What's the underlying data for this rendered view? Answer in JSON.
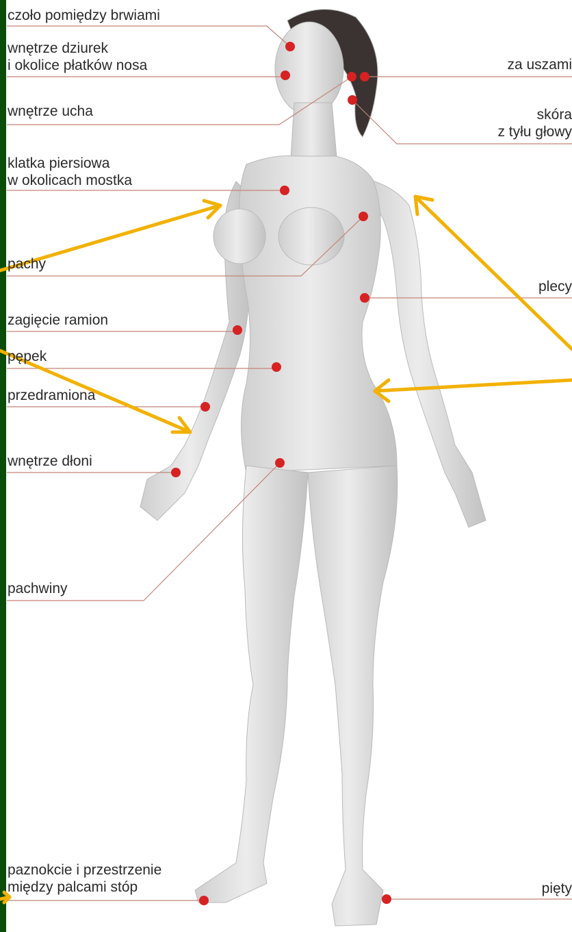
{
  "colors": {
    "edge_green": "#0a4d0a",
    "leader_line": "#c48478",
    "marker_red": "#d62222",
    "arrow_gold": "#f2b100",
    "body_fill": "#e4e4e4",
    "body_shade": "#c7c7c7",
    "hair": "#3a3331"
  },
  "labels": {
    "forehead": "czoło pomiędzy brwiami",
    "nostrils": "wnętrze dziurek\ni okolice płatków nosa",
    "inner_ear": "wnętrze ucha",
    "chest": "klatka piersiowa\nw okolicach mostka",
    "armpits": "pachy",
    "elbow_bends": "zagięcie ramion",
    "navel": "pępek",
    "forearms": "przedramiona",
    "palms": "wnętrze dłoni",
    "groin": "pachwiny",
    "toenails": "paznokcie i przestrzenie\nmiędzy palcami stóp",
    "behind_ears": "za uszami",
    "scalp_back": "skóra\nz tyłu głowy",
    "back": "plecy",
    "heels": "pięty"
  }
}
